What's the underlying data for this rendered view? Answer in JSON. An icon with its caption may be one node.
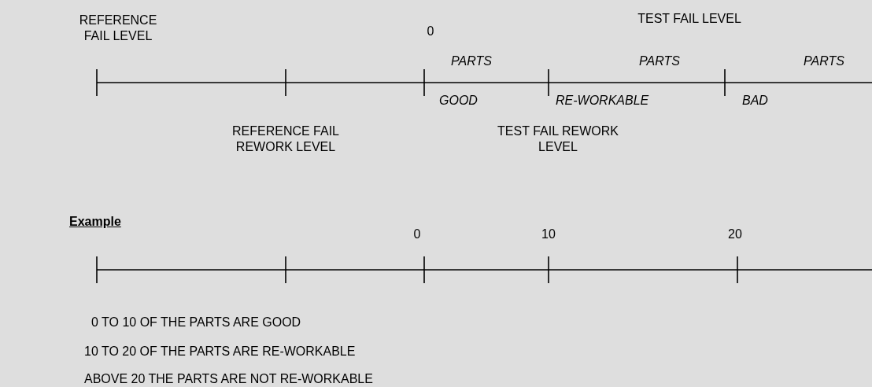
{
  "diagram": {
    "labels": [
      "REFERENCE FAIL LEVEL",
      "0",
      "TEST FAIL LEVEL",
      "PARTS",
      "PARTS",
      "PARTS",
      "GOOD",
      "RE-WORKABLE",
      "BAD",
      "REFERENCE FAIL REWORK LEVEL",
      "TEST FAIL REWORK LEVEL",
      "Example",
      "0",
      "10",
      "20",
      "0 TO 10 OF THE PARTS ARE GOOD",
      "10 TO 20 OF THE PARTS ARE RE-WORKABLE",
      "ABOVE 20 THE PARTS ARE NOT RE-WORKABLE"
    ]
  }
}
